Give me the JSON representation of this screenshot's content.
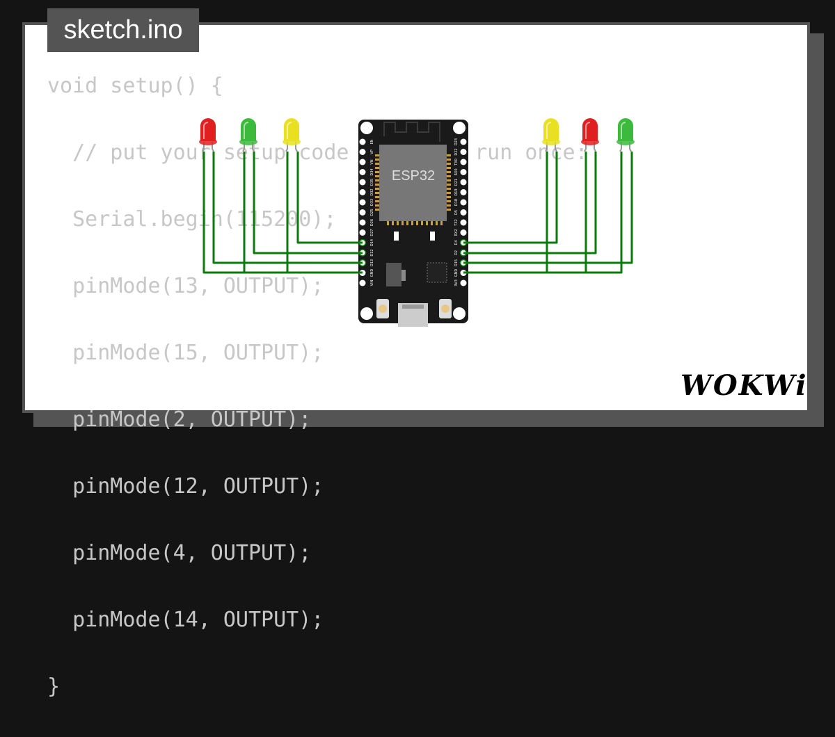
{
  "header": {
    "file_tab_label": "sketch.ino"
  },
  "code": {
    "lines": [
      "void setup() {",
      "  // put your setup code here, to run once:",
      "  Serial.begin(115200);",
      "  pinMode(13, OUTPUT);",
      "  pinMode(15, OUTPUT);",
      "  pinMode(2, OUTPUT);",
      "  pinMode(12, OUTPUT);",
      "  pinMode(4, OUTPUT);",
      "  pinMode(14, OUTPUT);",
      "}"
    ]
  },
  "board": {
    "chip_label": "ESP32",
    "left_pins": [
      "EN",
      "VP",
      "VN",
      "D34",
      "D35",
      "D32",
      "D33",
      "D25",
      "D26",
      "D27",
      "D14",
      "D12",
      "D13",
      "GND",
      "VIN"
    ],
    "right_pins": [
      "D23",
      "D22",
      "TX0",
      "RX0",
      "D21",
      "D19",
      "D18",
      "D5",
      "TX2",
      "RX2",
      "D4",
      "D2",
      "D15",
      "GND",
      "3V3"
    ]
  },
  "leds": [
    {
      "color_name": "red",
      "hex": "#e02020"
    },
    {
      "color_name": "green",
      "hex": "#3cba3c"
    },
    {
      "color_name": "yellow",
      "hex": "#e8e020"
    },
    {
      "color_name": "yellow",
      "hex": "#e8e020"
    },
    {
      "color_name": "red",
      "hex": "#e02020"
    },
    {
      "color_name": "green",
      "hex": "#3cba3c"
    }
  ],
  "wire_color": "#0a7a0a",
  "brand": {
    "logo_text": "WOKWi"
  }
}
